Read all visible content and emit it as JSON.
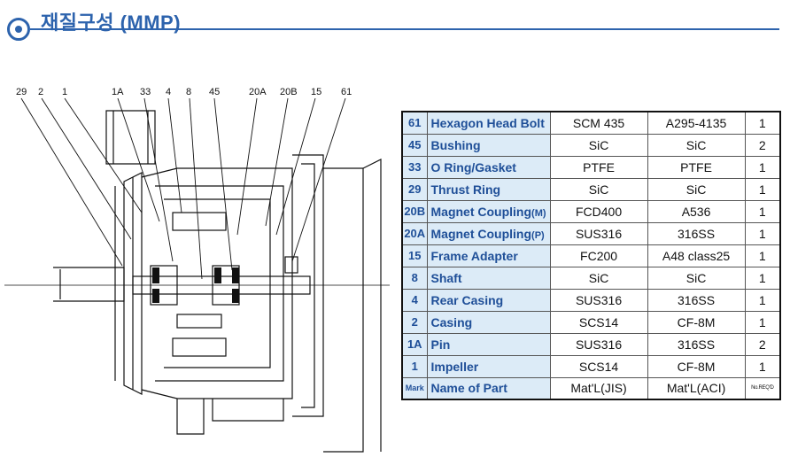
{
  "header": {
    "title": "재질구성 (MMP)"
  },
  "drawing": {
    "callouts": [
      "29",
      "2",
      "1",
      "1A",
      "33",
      "4",
      "8",
      "45",
      "20A",
      "20B",
      "15",
      "61"
    ]
  },
  "parts_table": {
    "rows": [
      {
        "mark": "61",
        "name": "Hexagon Head Bolt",
        "name_suffix": "",
        "jis": "SCM 435",
        "aci": "A295-4135",
        "qty": "1"
      },
      {
        "mark": "45",
        "name": "Bushing",
        "name_suffix": "",
        "jis": "SiC",
        "aci": "SiC",
        "qty": "2"
      },
      {
        "mark": "33",
        "name": "O Ring/Gasket",
        "name_suffix": "",
        "jis": "PTFE",
        "aci": "PTFE",
        "qty": "1"
      },
      {
        "mark": "29",
        "name": "Thrust Ring",
        "name_suffix": "",
        "jis": "SiC",
        "aci": "SiC",
        "qty": "1"
      },
      {
        "mark": "20B",
        "name": "Magnet Coupling",
        "name_suffix": "(M)",
        "jis": "FCD400",
        "aci": "A536",
        "qty": "1"
      },
      {
        "mark": "20A",
        "name": "Magnet Coupling",
        "name_suffix": "(P)",
        "jis": "SUS316",
        "aci": "316SS",
        "qty": "1"
      },
      {
        "mark": "15",
        "name": "Frame Adapter",
        "name_suffix": "",
        "jis": "FC200",
        "aci": "A48 class25",
        "qty": "1"
      },
      {
        "mark": "8",
        "name": "Shaft",
        "name_suffix": "",
        "jis": "SiC",
        "aci": "SiC",
        "qty": "1"
      },
      {
        "mark": "4",
        "name": "Rear Casing",
        "name_suffix": "",
        "jis": "SUS316",
        "aci": "316SS",
        "qty": "1"
      },
      {
        "mark": "2",
        "name": "Casing",
        "name_suffix": "",
        "jis": "SCS14",
        "aci": "CF-8M",
        "qty": "1"
      },
      {
        "mark": "1A",
        "name": "Pin",
        "name_suffix": "",
        "jis": "SUS316",
        "aci": "316SS",
        "qty": "2"
      },
      {
        "mark": "1",
        "name": "Impeller",
        "name_suffix": "",
        "jis": "SCS14",
        "aci": "CF-8M",
        "qty": "1"
      }
    ],
    "footer": {
      "mark": "Mark",
      "name": "Name of Part",
      "jis": "Mat'L(JIS)",
      "aci": "Mat'L(ACI)",
      "qty": "No.REQ'D"
    }
  }
}
